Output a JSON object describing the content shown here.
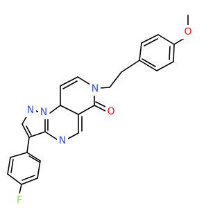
{
  "molecule": {
    "atoms": {
      "o_methoxy": {
        "label": "O",
        "color": "#ff0d0d"
      },
      "n_amide": {
        "label": "N",
        "color": "#3050f8"
      },
      "o_carbonyl": {
        "label": "O",
        "color": "#ff0d0d"
      },
      "n_bridge": {
        "label": "N",
        "color": "#3050f8"
      },
      "n_pyrazole": {
        "label": "N",
        "color": "#3050f8"
      },
      "n_pyrimidine": {
        "label": "N",
        "color": "#3050f8"
      },
      "f_fluoro": {
        "label": "F",
        "color": "#90e050"
      }
    },
    "bond_color": "#000000"
  }
}
